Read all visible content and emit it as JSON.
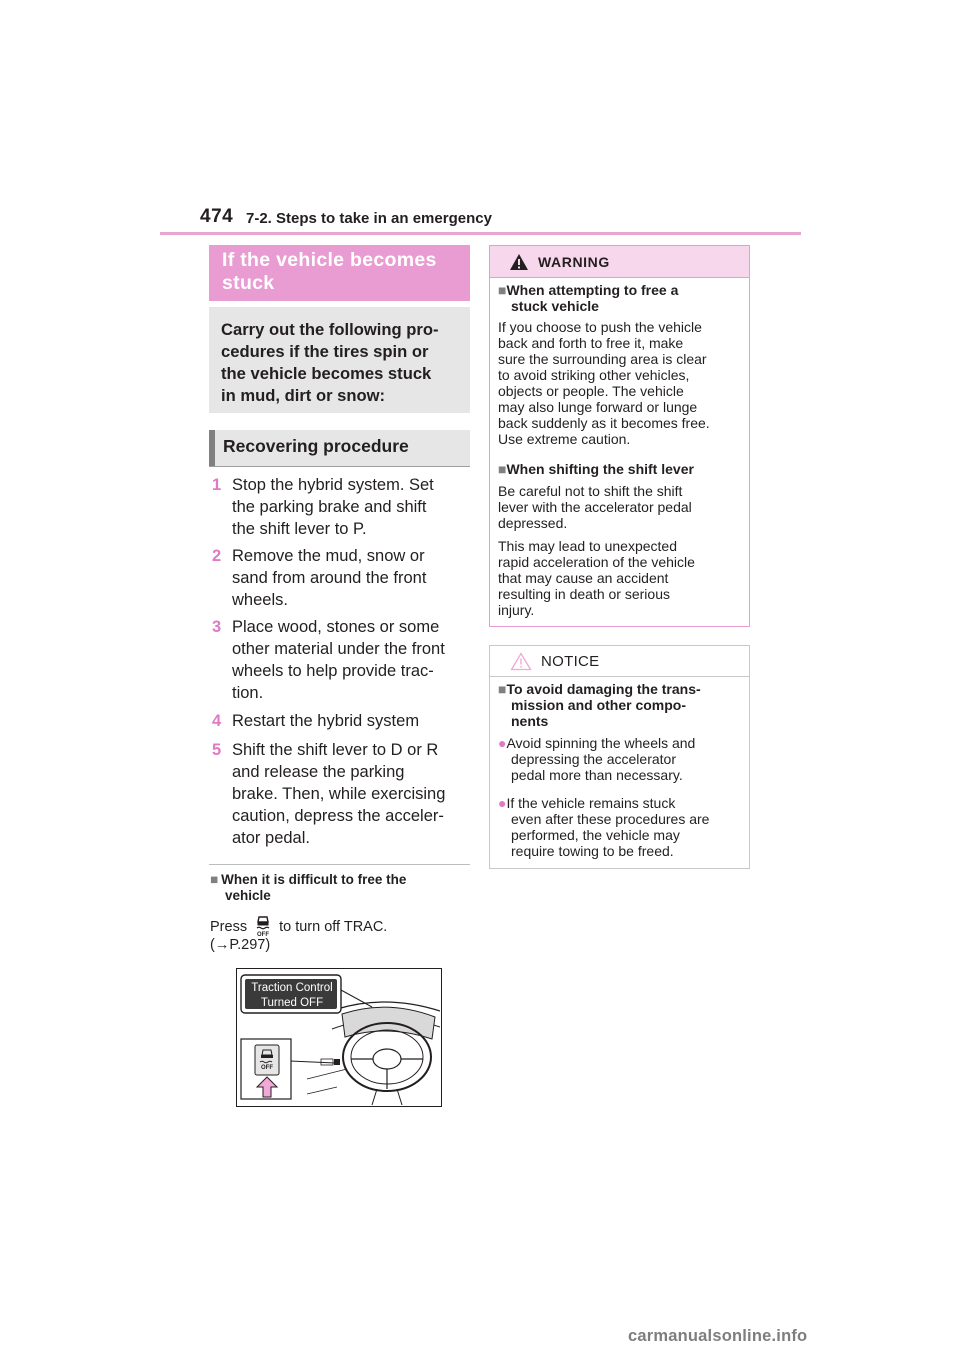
{
  "header": {
    "page_number": "474",
    "section": "7-2. Steps to take in an emergency"
  },
  "left": {
    "title": "If the vehicle becomes stuck",
    "intro": "Carry out the following pro-cedures if the tires spin or the vehicle becomes stuck in mud, dirt or snow:",
    "intro_lines": [
      "Carry out the following pro-",
      "cedures if the tires spin or",
      "the vehicle becomes stuck",
      "in mud, dirt or snow:"
    ],
    "heading": "Recovering procedure",
    "steps": [
      {
        "num": "1",
        "lines": [
          "Stop the hybrid system. Set",
          "the parking brake and shift",
          "the shift lever to P."
        ]
      },
      {
        "num": "2",
        "lines": [
          "Remove the mud, snow or",
          "sand from around the front",
          "wheels."
        ]
      },
      {
        "num": "3",
        "lines": [
          "Place wood, stones or some",
          "other material under the front",
          "wheels to help provide trac-",
          "tion."
        ]
      },
      {
        "num": "4",
        "lines": [
          "Restart the hybrid system"
        ]
      },
      {
        "num": "5",
        "lines": [
          "Shift the shift lever to D or R",
          "and release the parking",
          "brake. Then, while exercising",
          "caution, depress the acceler-",
          "ator pedal."
        ]
      }
    ],
    "difficult": {
      "marker": "■",
      "heading_lines": [
        "When it is difficult to free the",
        "vehicle"
      ],
      "press": "Press",
      "after_icon": "to turn off TRAC.",
      "ref": "(→P.297)",
      "icon": "trac-off-icon"
    },
    "illustration": {
      "display_line1": "Traction Control",
      "display_line2": "Turned OFF",
      "switch_label": "OFF"
    }
  },
  "warning": {
    "label": "WARNING",
    "icon": "warning-triangle-icon",
    "sections": [
      {
        "marker": "■",
        "heading_lines": [
          "When attempting to free a",
          "stuck vehicle"
        ],
        "paragraphs": [
          [
            "If you choose to push the vehicle",
            "back and forth to free it, make",
            "sure the surrounding area is clear",
            "to avoid striking other vehicles,",
            "objects or people. The vehicle",
            "may also lunge forward or lunge",
            "back suddenly as it becomes free.",
            "Use extreme caution."
          ]
        ]
      },
      {
        "marker": "■",
        "heading_lines": [
          "When shifting the shift lever"
        ],
        "paragraphs": [
          [
            "Be careful not to shift the shift",
            "lever with the accelerator pedal",
            "depressed."
          ],
          [
            "This may lead to unexpected",
            "rapid acceleration of the vehicle",
            "that may cause an accident",
            "resulting in death or serious",
            "injury."
          ]
        ]
      }
    ]
  },
  "notice": {
    "label": "NOTICE",
    "icon": "caution-triangle-icon",
    "heading_marker": "■",
    "heading_lines": [
      "To avoid damaging the trans-",
      "mission and other compo-",
      "nents"
    ],
    "bullet_marker": "●",
    "bullets": [
      [
        "Avoid spinning the wheels and",
        "depressing the accelerator",
        "pedal more than necessary."
      ],
      [
        "If the vehicle remains stuck",
        "even after these procedures are",
        "performed, the vehicle may",
        "require towing to be freed."
      ]
    ]
  },
  "footer": {
    "watermark": "carmanualsonline.info"
  },
  "colors": {
    "accent_pink": "#e99cd1",
    "warning_bg": "#f7d7ec",
    "step_number": "#e07ac4",
    "gray_box": "#e6e6e6"
  }
}
